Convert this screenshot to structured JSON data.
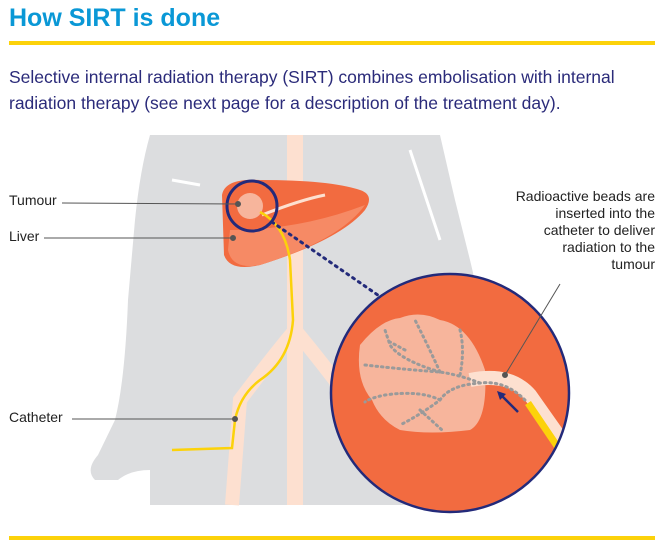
{
  "header": {
    "title": "How SIRT is done"
  },
  "intro": "Selective internal radiation therapy (SIRT) combines embolisation with internal radiation therapy (see next page for a description of the treatment day).",
  "labels": {
    "tumour": "Tumour",
    "liver": "Liver",
    "catheter": "Catheter",
    "beads": "Radioactive beads are inserted into the catheter to deliver radiation to the tumour"
  },
  "colors": {
    "title": "#0a98d6",
    "rule": "#fcd20a",
    "text": "#2b2b7a",
    "body": "#dcdddf",
    "liver": "#f26b40",
    "tumour": "#f7b59c",
    "catheter": "#fcd20a",
    "circle_border": "#232a7a"
  }
}
